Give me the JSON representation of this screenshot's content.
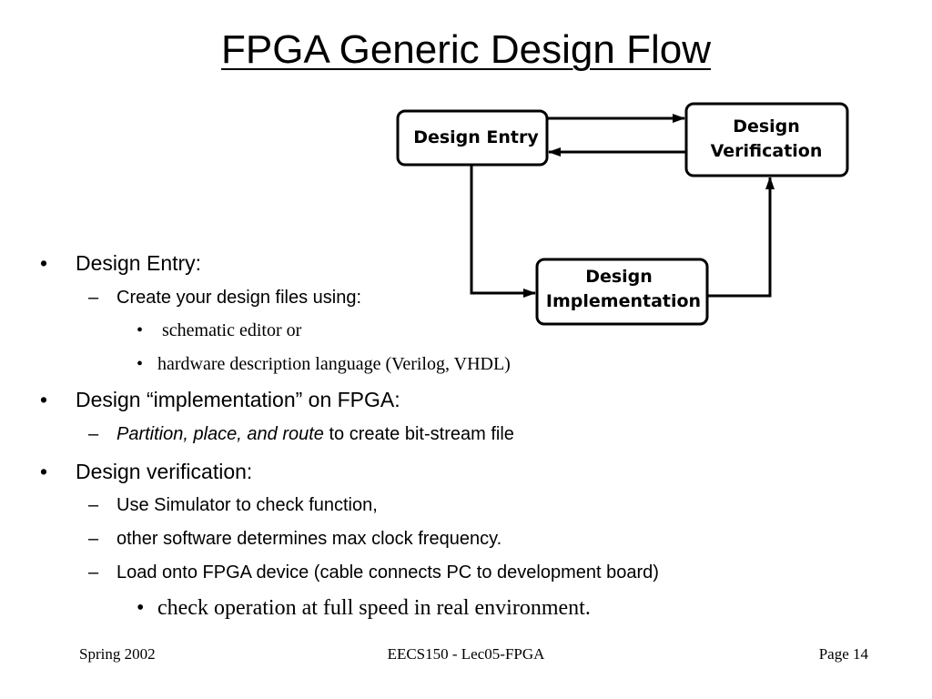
{
  "title": "FPGA Generic Design Flow",
  "diagram": {
    "boxes": {
      "entry": [
        "Design Entry"
      ],
      "verification": [
        "Design",
        "Verification"
      ],
      "implementation": [
        "Design",
        "Implementation"
      ]
    }
  },
  "bullets": [
    {
      "text": "Design Entry:",
      "children": [
        {
          "text": "Create your design files using:",
          "children": [
            {
              "text": " schematic editor or"
            },
            {
              "text": "hardware description language (Verilog, VHDL)"
            }
          ]
        }
      ]
    },
    {
      "text": "Design “implementation” on FPGA:",
      "children": [
        {
          "italic": "Partition, place, and route",
          "rest": " to create bit-stream file"
        }
      ]
    },
    {
      "text": "Design verification:",
      "children": [
        {
          "text": "Use Simulator to check function,"
        },
        {
          "text": "other software determines max clock frequency."
        },
        {
          "text": "Load onto FPGA device (cable connects PC to development board)",
          "children": [
            {
              "text": "check operation at full speed in real environment."
            }
          ]
        }
      ]
    }
  ],
  "markers": {
    "bullet": "•",
    "dash": "–"
  },
  "footer": {
    "left": "Spring 2002",
    "center": "EECS150 - Lec05-FPGA",
    "right": "Page 14"
  }
}
